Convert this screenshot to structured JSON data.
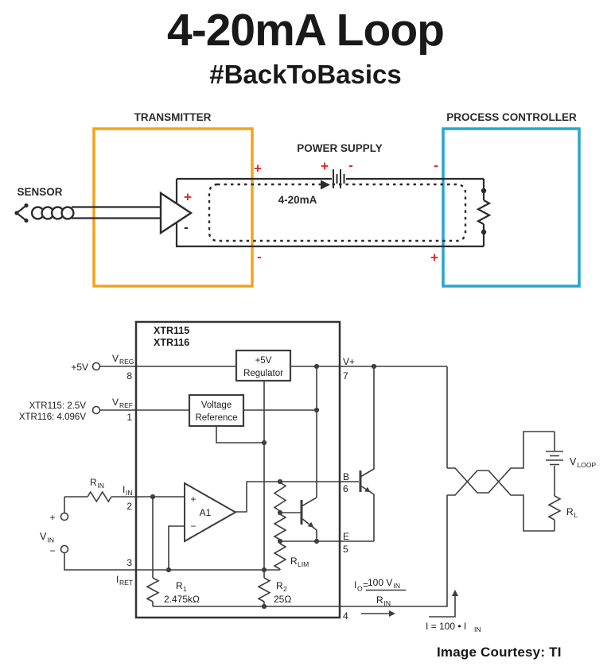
{
  "page": {
    "title": "4-20mA Loop",
    "subtitle": "#BackToBasics",
    "courtesy": "Image Courtesy:  TI"
  },
  "top": {
    "transmitter": "TRANSMITTER",
    "process_controller": "PROCESS CONTROLLER",
    "power_supply": "POWER SUPPLY",
    "sensor": "SENSOR",
    "loop_label": "4-20mA",
    "plus": "+",
    "minus": "-"
  },
  "circuit": {
    "chip1": "XTR115",
    "chip2": "XTR116",
    "supply": "+5V",
    "refnote1": "XTR115: 2.5V",
    "refnote2": "XTR116: 4.096V",
    "reg1": "+5V",
    "reg2": "Regulator",
    "vrefbox1": "Voltage",
    "vrefbox2": "Reference",
    "opamp": "A1",
    "plus": "+",
    "minus": "−",
    "pins": {
      "vreg_v": "V",
      "vreg_sub": "REG",
      "pin8": "8",
      "vref_v": "V",
      "vref_sub": "REF",
      "pin1": "1",
      "iin_i": "I",
      "iin_sub": "IN",
      "pin2": "2",
      "pin3": "3",
      "iret_i": "I",
      "iret_sub": "RET",
      "vplus": "V+",
      "pin7": "7",
      "b": "B",
      "pin6": "6",
      "e": "E",
      "pin5": "5",
      "pin4": "4"
    },
    "rin_r": "R",
    "rin_sub": "IN",
    "vin_v": "V",
    "vin_sub": "IN",
    "r1_r": "R",
    "r1_sub": "1",
    "r1_val": "2.475kΩ",
    "r2_r": "R",
    "r2_sub": "2",
    "r2_val": "25Ω",
    "rlim_r": "R",
    "rlim_sub": "LIM",
    "vloop_v": "V",
    "vloop_sub": "LOOP",
    "rl_r": "R",
    "rl_sub": "L",
    "eq_io_i": "I",
    "eq_io_sub": "O",
    "eq_equals": "=",
    "eq_num": "100 V",
    "eq_num_sub": "IN",
    "eq_den": "R",
    "eq_den_sub": "IN",
    "eq2_main": "I = 100 • I",
    "eq2_sub": "IN"
  },
  "colors": {
    "transmitter_box": "#F0A41F",
    "controller_box": "#27A6CC",
    "polarity": "#E5262B",
    "circuit_line": "#3E3E3E"
  }
}
